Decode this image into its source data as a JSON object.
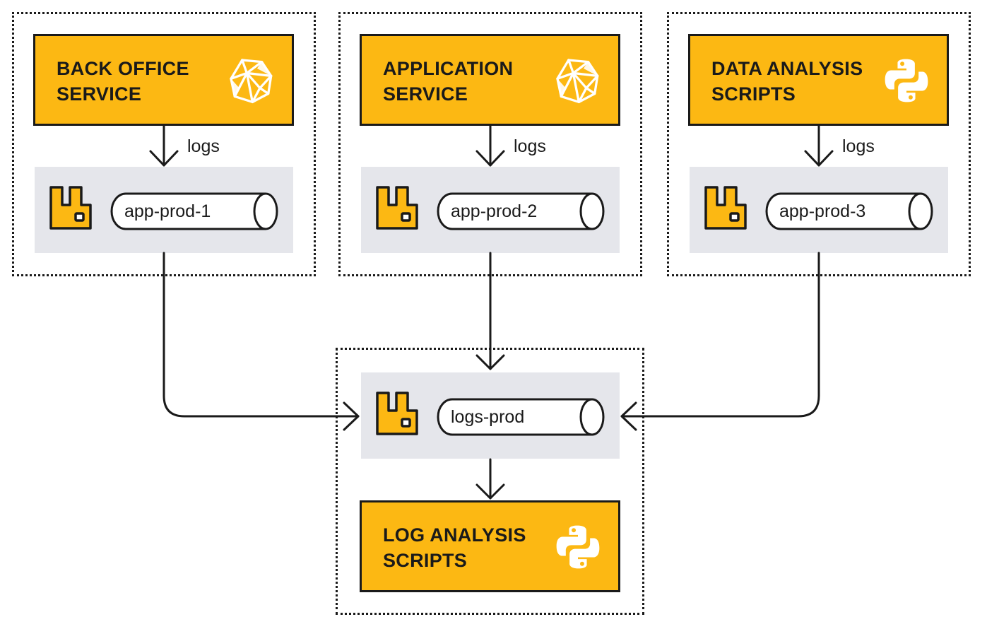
{
  "groups": [
    {
      "service": {
        "label_line1": "BACK OFFICE",
        "label_line2": "SERVICE",
        "icon": "ruby-icon"
      },
      "edge_label": "logs",
      "queue": {
        "label": "app-prod-1",
        "broker_icon": "rabbitmq-icon"
      }
    },
    {
      "service": {
        "label_line1": "APPLICATION",
        "label_line2": "SERVICE",
        "icon": "ruby-icon"
      },
      "edge_label": "logs",
      "queue": {
        "label": "app-prod-2",
        "broker_icon": "rabbitmq-icon"
      }
    },
    {
      "service": {
        "label_line1": "DATA ANALYSIS",
        "label_line2": "SCRIPTS",
        "icon": "python-icon"
      },
      "edge_label": "logs",
      "queue": {
        "label": "app-prod-3",
        "broker_icon": "rabbitmq-icon"
      }
    }
  ],
  "central": {
    "queue": {
      "label": "logs-prod",
      "broker_icon": "rabbitmq-icon"
    },
    "consumer": {
      "label_line1": "LOG ANALYSIS",
      "label_line2": "SCRIPTS",
      "icon": "python-icon"
    }
  },
  "colors": {
    "service_fill": "#fcb813",
    "broker_fill": "#e5e6eb",
    "ink": "#1a1a1a"
  }
}
